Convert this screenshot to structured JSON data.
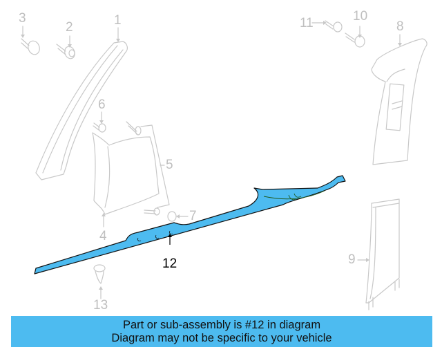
{
  "diagram": {
    "highlight_color": "#4dbbf0",
    "faded_color": "#c8c8c8",
    "selected_part": "12",
    "callouts": [
      {
        "id": "1",
        "label": "1"
      },
      {
        "id": "2",
        "label": "2"
      },
      {
        "id": "3",
        "label": "3"
      },
      {
        "id": "4",
        "label": "4"
      },
      {
        "id": "5",
        "label": "5"
      },
      {
        "id": "6",
        "label": "6"
      },
      {
        "id": "7",
        "label": "7"
      },
      {
        "id": "8",
        "label": "8"
      },
      {
        "id": "9",
        "label": "9"
      },
      {
        "id": "10",
        "label": "10"
      },
      {
        "id": "11",
        "label": "11"
      },
      {
        "id": "12",
        "label": "12"
      },
      {
        "id": "13",
        "label": "13"
      }
    ]
  },
  "banner": {
    "line1": "Part or sub-assembly is #12 in diagram",
    "line2": "Diagram may not be specific to your vehicle",
    "background": "#4dbbf0"
  }
}
